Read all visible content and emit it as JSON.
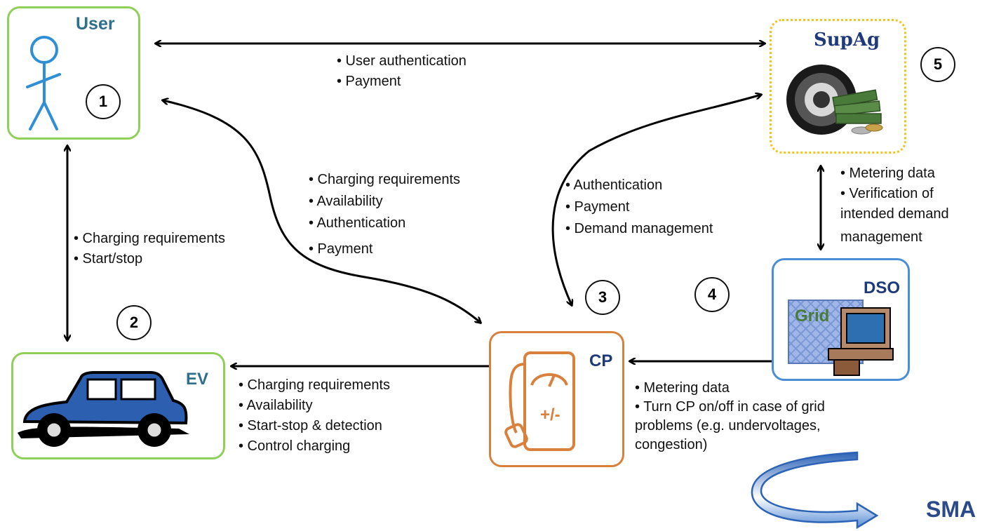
{
  "nodes": {
    "user": {
      "label": "User"
    },
    "supag": {
      "label": "SupAg"
    },
    "ev": {
      "label": "EV"
    },
    "cp": {
      "label": "CP"
    },
    "dso": {
      "label": "DSO",
      "grid_label": "Grid"
    }
  },
  "numbers": [
    "1",
    "2",
    "3",
    "4",
    "5"
  ],
  "edges": {
    "user_supag": [
      "• User authentication",
      "• Payment"
    ],
    "user_cp": [
      "• Charging requirements",
      "• Availability",
      "• Authentication",
      "• Payment"
    ],
    "cp_supag": [
      "• Authentication",
      "• Payment",
      "• Demand management"
    ],
    "supag_dso": [
      "• Metering data",
      "• Verification of",
      "intended demand",
      "management"
    ],
    "user_ev": [
      "• Charging requirements",
      "• Start/stop"
    ],
    "ev_cp": [
      "• Charging requirements",
      "• Availability",
      "• Start-stop & detection",
      "• Control charging"
    ],
    "cp_dso": [
      "• Metering data",
      "• Turn CP on/off in case of grid",
      "problems (e.g. undervoltages,",
      "congestion)"
    ]
  },
  "footer_text": "SMA",
  "colors": {
    "user_border": "#8fcf5a",
    "ev_border": "#8fcf5a",
    "supag_border": "#f3c21b",
    "cp_border": "#d9813c",
    "dso_border": "#4a8fd6",
    "label_teal": "#2d6f8c",
    "label_navy": "#1f3a7a",
    "curved_arrow": "#2c63b6",
    "footer": "#2b4a8c"
  }
}
